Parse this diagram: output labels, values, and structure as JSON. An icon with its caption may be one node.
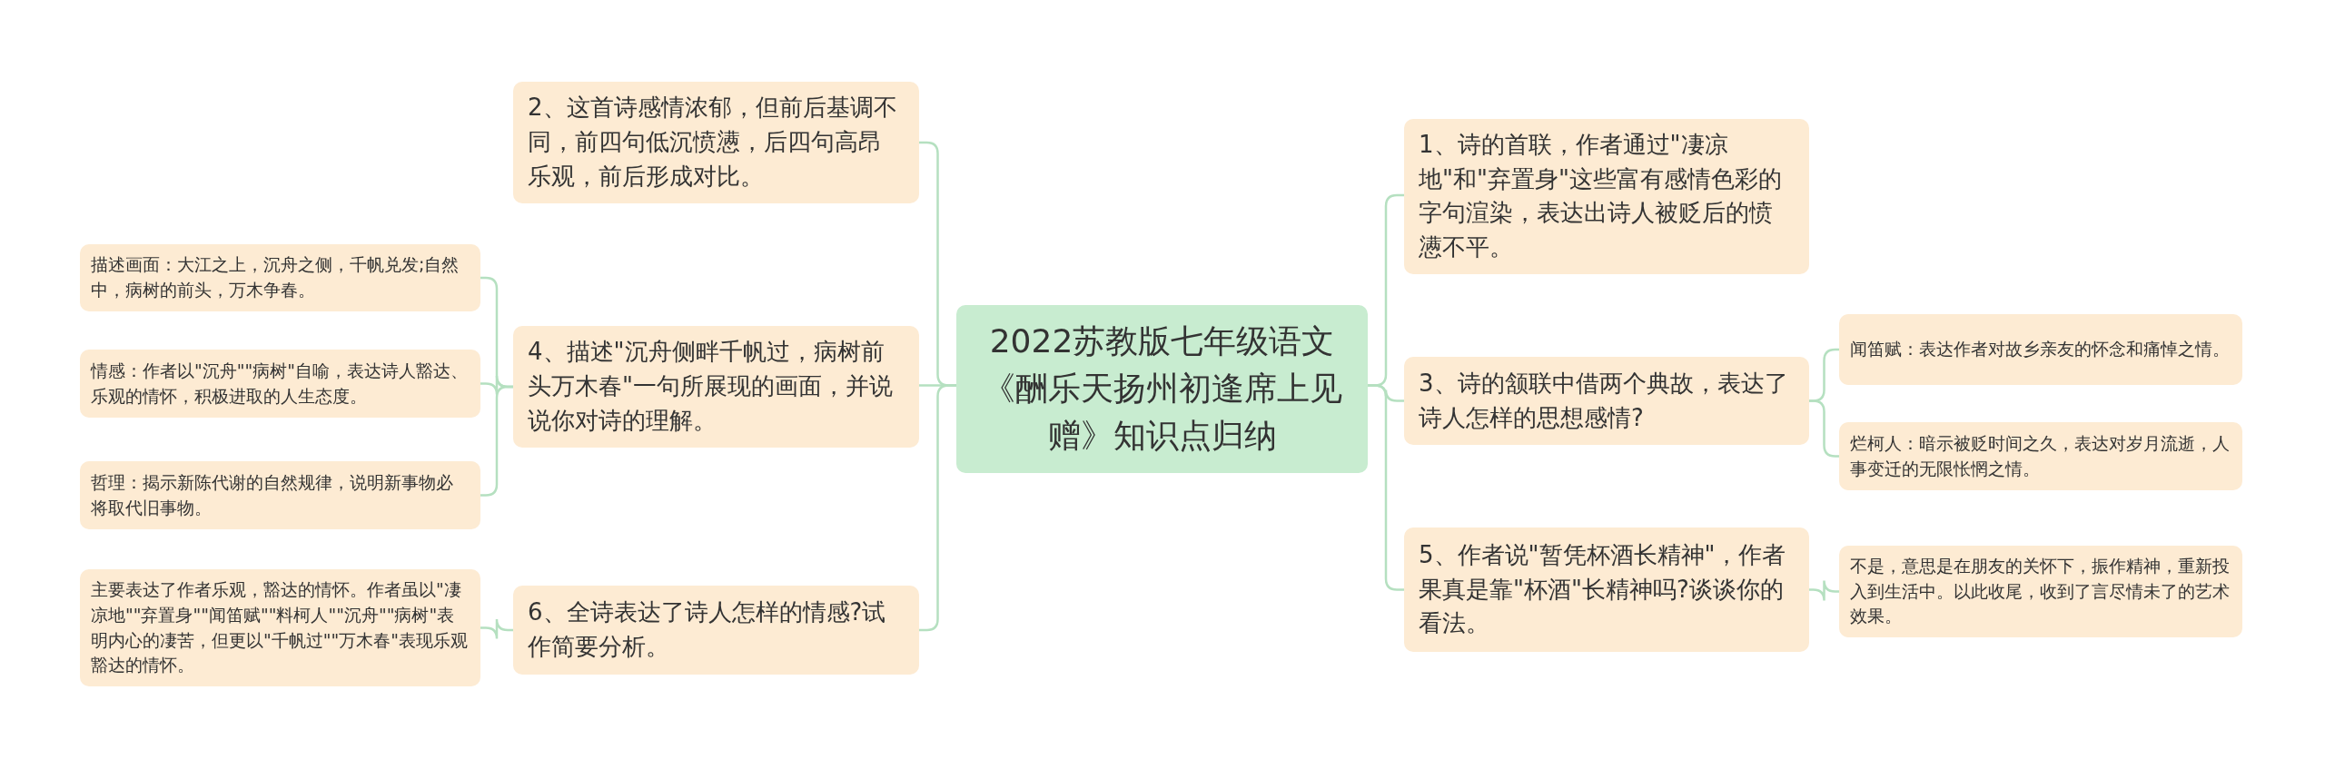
{
  "diagram": {
    "nodes": [
      {
        "text": [
          "2022苏教版七年级语文《酬乐天扬州初逢席上见赠》知识点归纳"
        ]
      },
      {
        "text": [
          "2、这首诗感情浓郁，但前后基调不同，前四句低沉愤懑，后四句高昂乐观，前后形成对比。"
        ]
      },
      {
        "text": [
          "描述画面：大江之上，沉舟之侧，千帆兑发;自然中，病树的前头，万木争春。"
        ]
      },
      {
        "text": [
          "情感：作者以\"沉舟\"\"病树\"自喻，表达诗人豁达、乐观的情怀，积极进取的人生态度。"
        ]
      },
      {
        "text": [
          "哲理：揭示新陈代谢的自然规律，说明新事物必将取代旧事物。"
        ]
      },
      {
        "text": [
          "4、描述\"沉舟侧畔千帆过，病树前头万木春\"一句所展现的画面，并说说你对诗的理解。"
        ]
      },
      {
        "text": [
          "主要表达了作者乐观，豁达的情怀。作者虽以\"凄凉地\"\"弃置身\"\"闻笛赋\"\"料柯人\"\"沉舟\"\"病树\"表明内心的凄苦，但更以\"千帆过\"\"万木春\"表现乐观豁达的情怀。"
        ]
      },
      {
        "text": [
          "6、全诗表达了诗人怎样的情感?试作简要分析。"
        ]
      },
      {
        "text": [
          "1、诗的首联，作者通过\"凄凉地\"和\"弃置身\"这些富有感情色彩的字句渲染，表达出诗人被贬后的愤懑不平。"
        ]
      },
      {
        "text": [
          "3、诗的颔联中借两个典故，表达了诗人怎样的思想感情?"
        ]
      },
      {
        "text": [
          "闻笛赋：表达作者对故乡亲友的怀念和痛悼之情。"
        ]
      },
      {
        "text": [
          "烂柯人：暗示被贬时间之久，表达对岁月流逝，人事变迁的无限怅惘之情。"
        ]
      },
      {
        "text": [
          "5、作者说\"暂凭杯酒长精神\"，作者果真是靠\"杯酒\"长精神吗?谈谈你的看法。"
        ]
      },
      {
        "text": [
          "不是，意思是在朋友的关怀下，振作精神，重新投入到生活中。以此收尾，收到了言尽情未了的艺术效果。"
        ]
      }
    ],
    "edges": [
      {
        "from": 0,
        "to": 1,
        "arrow": "none"
      },
      {
        "from": 0,
        "to": 5,
        "arrow": "none"
      },
      {
        "from": 5,
        "to": 2,
        "arrow": "none"
      },
      {
        "from": 5,
        "to": 3,
        "arrow": "none"
      },
      {
        "from": 5,
        "to": 4,
        "arrow": "none"
      },
      {
        "from": 0,
        "to": 7,
        "arrow": "none"
      },
      {
        "from": 7,
        "to": 6,
        "arrow": "none"
      },
      {
        "from": 0,
        "to": 8,
        "arrow": "none"
      },
      {
        "from": 0,
        "to": 9,
        "arrow": "none"
      },
      {
        "from": 9,
        "to": 10,
        "arrow": "none"
      },
      {
        "from": 9,
        "to": 11,
        "arrow": "none"
      },
      {
        "from": 0,
        "to": 12,
        "arrow": "none"
      },
      {
        "from": 12,
        "to": 13,
        "arrow": "none"
      }
    ]
  }
}
